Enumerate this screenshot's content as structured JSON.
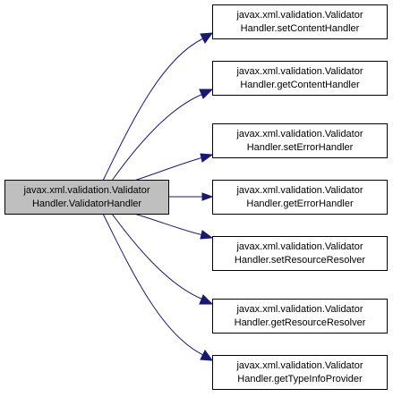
{
  "colors": {
    "source_fill": "#bfbfbf",
    "target_fill": "#ffffff",
    "border": "#000000",
    "edge": "#191970"
  },
  "source": {
    "line1": "javax.xml.validation.Validator",
    "line2": "Handler.ValidatorHandler"
  },
  "targets": [
    {
      "line1": "javax.xml.validation.Validator",
      "line2": "Handler.setContentHandler"
    },
    {
      "line1": "javax.xml.validation.Validator",
      "line2": "Handler.getContentHandler"
    },
    {
      "line1": "javax.xml.validation.Validator",
      "line2": "Handler.setErrorHandler"
    },
    {
      "line1": "javax.xml.validation.Validator",
      "line2": "Handler.getErrorHandler"
    },
    {
      "line1": "javax.xml.validation.Validator",
      "line2": "Handler.setResourceResolver"
    },
    {
      "line1": "javax.xml.validation.Validator",
      "line2": "Handler.getResourceResolver"
    },
    {
      "line1": "javax.xml.validation.Validator",
      "line2": "Handler.getTypeInfoProvider"
    }
  ]
}
